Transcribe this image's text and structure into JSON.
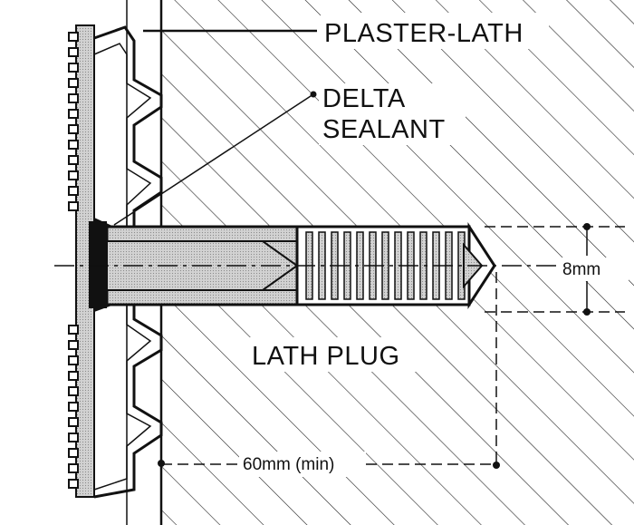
{
  "labels": {
    "plaster_lath": "PLASTER-LATH",
    "delta_line1": "DELTA",
    "delta_line2": "SEALANT",
    "lath_plug": "LATH PLUG",
    "diameter": "8mm",
    "depth": "60mm (min)"
  },
  "colors": {
    "ink": "#111111",
    "plaster_fill": "#c8c8c8",
    "background": "#ffffff"
  }
}
